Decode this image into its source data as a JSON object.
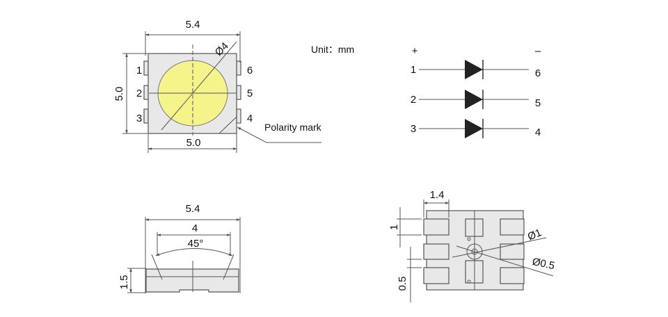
{
  "top_view": {
    "dim_width_outer": "5.4",
    "dim_width_body": "5.0",
    "dim_height": "5.0",
    "dim_lens_diameter": "Ø4",
    "pins_left": [
      "1",
      "2",
      "3"
    ],
    "pins_right": [
      "6",
      "5",
      "4"
    ],
    "polarity_label": "Polarity mark",
    "lens_color": "#f5f48a"
  },
  "unit_label": "Unit：mm",
  "circuit": {
    "plus": "+",
    "minus": "–",
    "rows": [
      {
        "anode": "1",
        "cathode": "6"
      },
      {
        "anode": "2",
        "cathode": "5"
      },
      {
        "anode": "3",
        "cathode": "4"
      }
    ]
  },
  "side_view": {
    "dim_width": "5.4",
    "dim_lens": "4",
    "dim_angle": "45°",
    "dim_height": "1.5"
  },
  "bottom_view": {
    "dim_pad_width": "1.4",
    "dim_pad_height": "1",
    "dim_pad_gap": "0.5",
    "dim_hole_outer": "Ø1",
    "dim_hole_inner": "Ø0.5"
  }
}
